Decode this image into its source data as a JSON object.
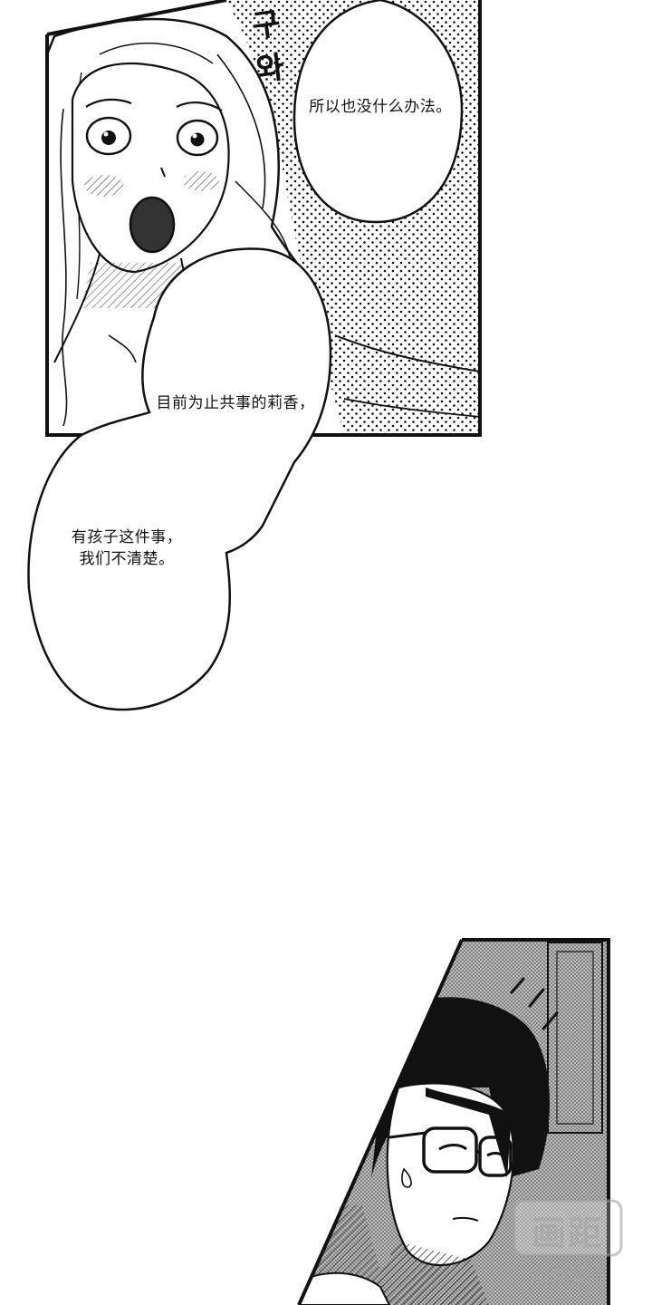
{
  "panel1": {
    "sfx_top": "구",
    "sfx_bottom": "와",
    "bubble_top_text": "所以也没什么办法。",
    "bubble_middle_text": "目前为止共事的莉香，",
    "bubble_bottom_line1": "有孩子这件事，",
    "bubble_bottom_line2": "我们不清楚。"
  },
  "watermark": {
    "logo_text": "画距",
    "caption": "免费漫画"
  },
  "colors": {
    "ink": "#111111",
    "paper": "#ffffff",
    "tone": "#9a9a9a"
  }
}
